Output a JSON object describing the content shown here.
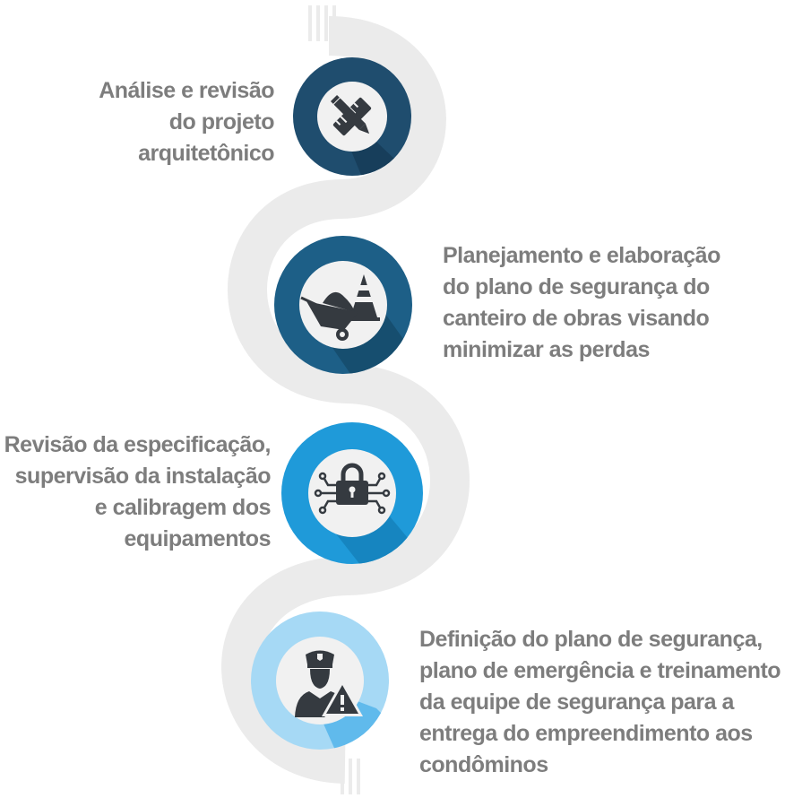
{
  "colors": {
    "path": "#ebebeb",
    "text": "#7d7d7d",
    "inner": "#f1f1f1",
    "icon": "#353a40",
    "step1_ring": "#1f4d6e",
    "step2_ring": "#1d5f87",
    "step3_ring": "#1f9ad9",
    "step4_ring": "#a6d9f5"
  },
  "steps": [
    {
      "icon": "ruler-pencil-icon",
      "label": "Análise e revisão\ndo projeto\narquitetônico"
    },
    {
      "icon": "wheelbarrow-cone-icon",
      "label": "Planejamento e elaboração\ndo plano de segurança do\ncanteiro de obras visando\nminimizar as perdas"
    },
    {
      "icon": "circuit-padlock-icon",
      "label": "Revisão da especificação,\nsupervisão da instalação\ne calibragem dos\nequipamentos"
    },
    {
      "icon": "security-guard-warning-icon",
      "label": "Definição do plano de segurança,\nplano de emergência e treinamento\nda equipe de segurança para a\nentrega do empreendimento aos\ncondôminos"
    }
  ]
}
